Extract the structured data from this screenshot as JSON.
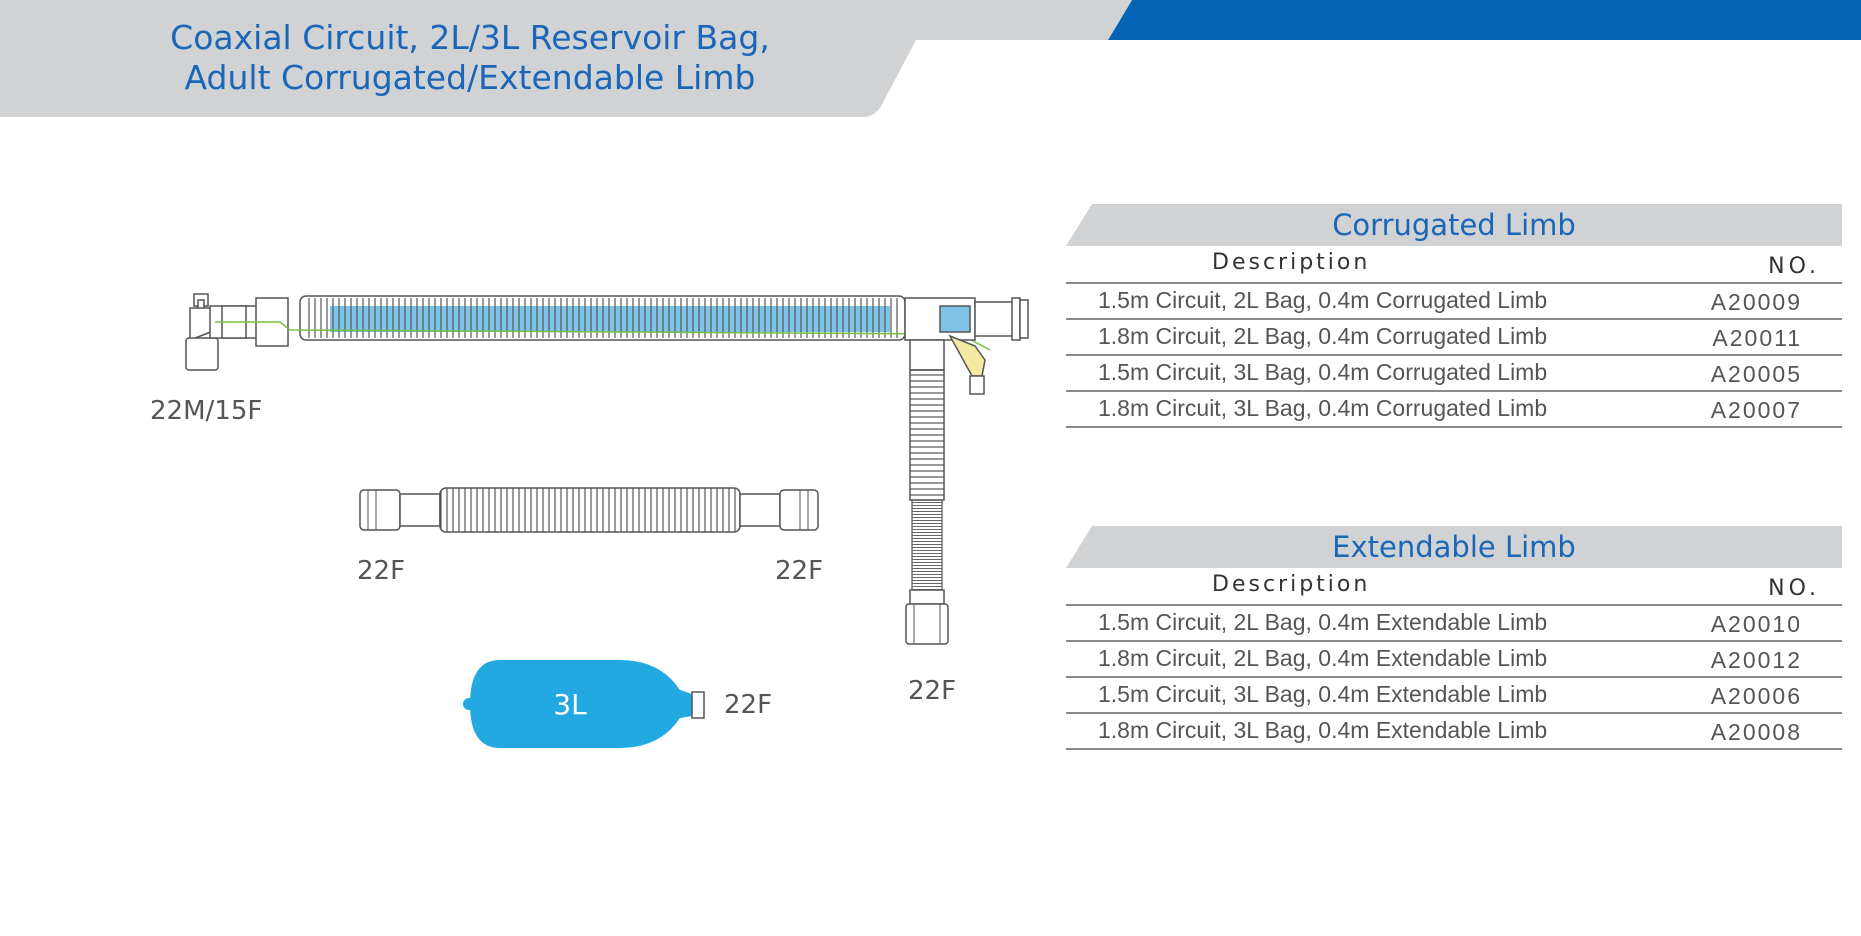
{
  "header": {
    "title_line1": "Coaxial Circuit, 2L/3L Reservoir Bag,",
    "title_line2": "Adult Corrugated/Extendable Limb",
    "accent_color": "#0563b5",
    "band_color": "#d1d2d4"
  },
  "diagram": {
    "label_patient_connector": "22M/15F",
    "label_limb_left": "22F",
    "label_limb_right": "22F",
    "label_vertical_limb": "22F",
    "bag_volume": "3L",
    "label_bag_connector": "22F",
    "bag_color": "#22a9e1",
    "tube_fill_color": "#7ec3e8"
  },
  "tables": [
    {
      "title": "Corrugated Limb",
      "col_description": "Description",
      "col_no": "NO.",
      "rows": [
        {
          "description": "1.5m Circuit, 2L Bag,  0.4m Corrugated Limb",
          "no": "A20009"
        },
        {
          "description": "1.8m Circuit, 2L Bag,  0.4m Corrugated Limb",
          "no": "A20011"
        },
        {
          "description": "1.5m Circuit, 3L Bag,  0.4m Corrugated Limb",
          "no": "A20005"
        },
        {
          "description": "1.8m Circuit, 3L Bag,  0.4m Corrugated Limb",
          "no": "A20007"
        }
      ]
    },
    {
      "title": "Extendable Limb",
      "col_description": "Description",
      "col_no": "NO.",
      "rows": [
        {
          "description": "1.5m Circuit, 2L Bag,  0.4m Extendable Limb",
          "no": "A20010"
        },
        {
          "description": "1.8m Circuit, 2L Bag,  0.4m Extendable Limb",
          "no": "A20012"
        },
        {
          "description": "1.5m Circuit, 3L Bag,  0.4m Extendable Limb",
          "no": "A20006"
        },
        {
          "description": "1.8m Circuit, 3L Bag,  0.4m Extendable Limb",
          "no": "A20008"
        }
      ]
    }
  ]
}
